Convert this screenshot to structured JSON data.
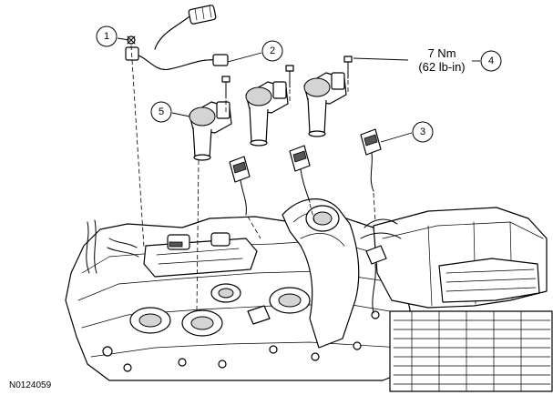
{
  "figure_id": "N0124059",
  "torque_spec": {
    "nm": "7 Nm",
    "lbin": "(62 lb-in)"
  },
  "callouts": [
    "1",
    "2",
    "3",
    "4",
    "5"
  ]
}
